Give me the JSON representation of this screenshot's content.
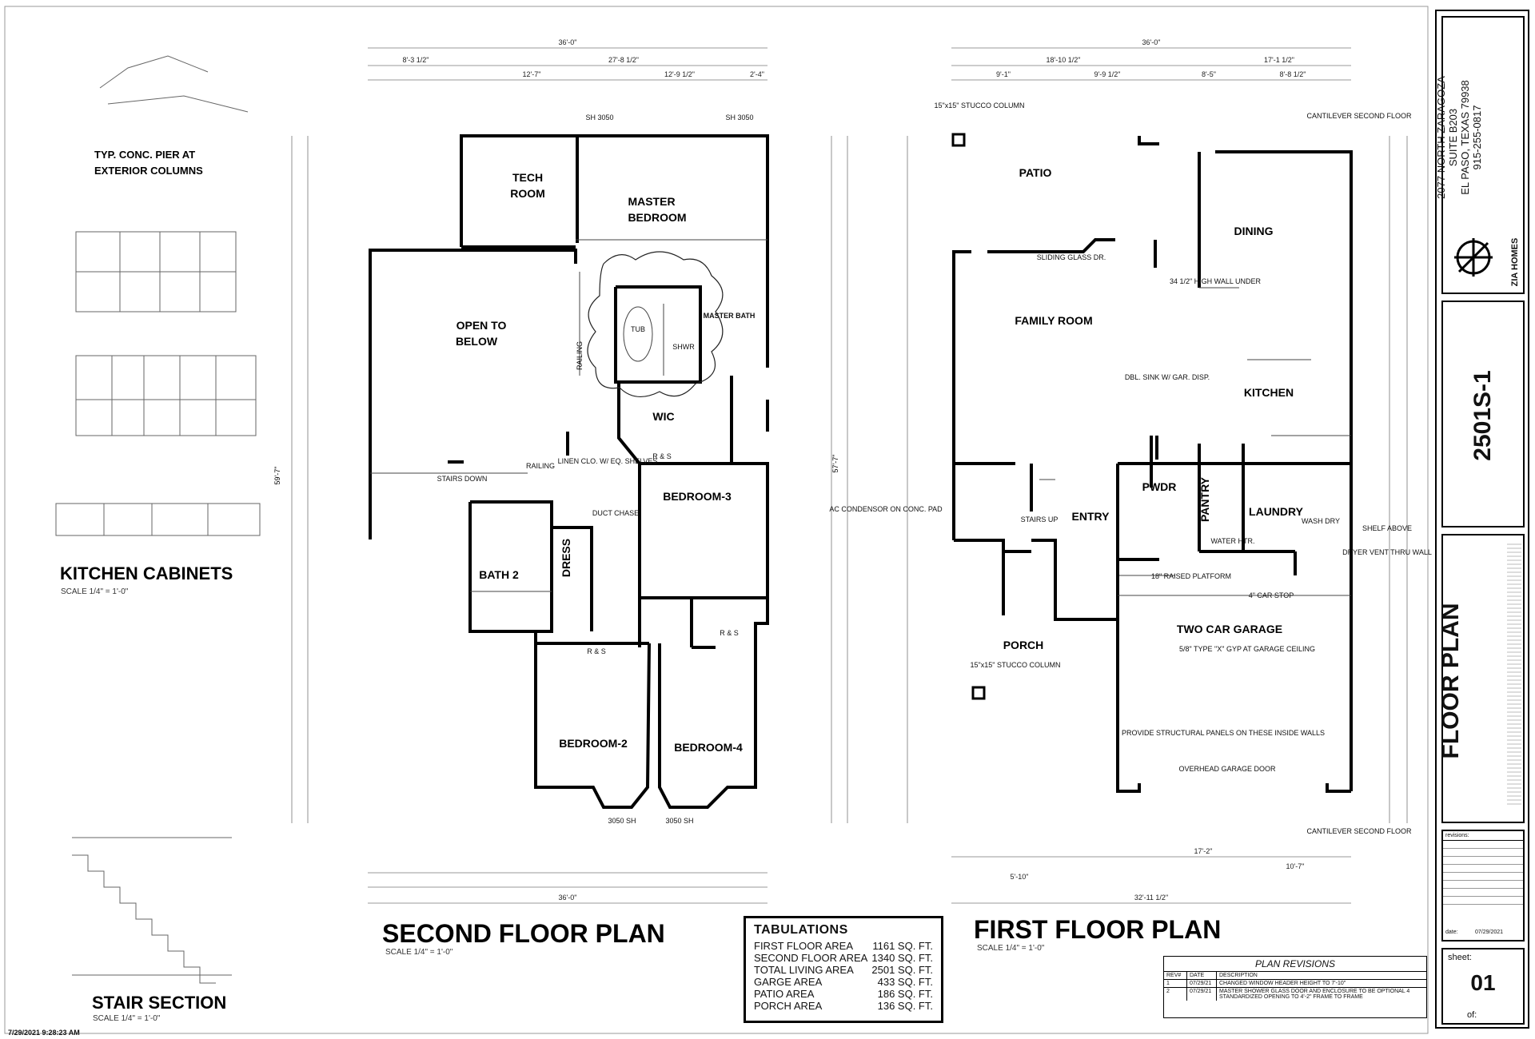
{
  "sheet": {
    "timestamp": "7/29/2021 9:28:23 AM",
    "number_label": "sheet:",
    "number": "01",
    "of_label": "of:",
    "plan_name": "2501S-1",
    "sheet_title": "FLOOR PLAN",
    "revisions_label": "revisions:",
    "date_label": "date:",
    "date_value": "07/29/2021"
  },
  "company": {
    "address1": "2077 NORTH ZARAGOZA",
    "address2": "SUITE B203",
    "address3": "EL PASO, TEXAS 79938",
    "phone": "915-255-0817",
    "name": "ZIA HOMES"
  },
  "headings": {
    "second_floor": "SECOND FLOOR PLAN",
    "first_floor": "FIRST FLOOR PLAN",
    "kitchen_cabinets": "KITCHEN CABINETS",
    "stair_section": "STAIR SECTION",
    "conc_pier": "TYP. CONC. PIER AT",
    "conc_pier2": "EXTERIOR COLUMNS",
    "scale": "SCALE 1/4\" = 1'-0\""
  },
  "tabulations": {
    "title": "TABULATIONS",
    "rows": [
      {
        "label": "FIRST FLOOR AREA",
        "value": "1161 SQ. FT."
      },
      {
        "label": "SECOND FLOOR AREA",
        "value": "1340 SQ. FT."
      },
      {
        "label": "TOTAL LIVING AREA",
        "value": "2501 SQ. FT."
      },
      {
        "label": "GARGE AREA",
        "value": "433 SQ. FT."
      },
      {
        "label": "PATIO AREA",
        "value": "186 SQ. FT."
      },
      {
        "label": "PORCH AREA",
        "value": "136 SQ. FT."
      }
    ]
  },
  "revisions": {
    "title": "PLAN REVISIONS",
    "cols": [
      "REV#",
      "DATE",
      "DESCRIPTION"
    ],
    "rows": [
      {
        "num": "1",
        "date": "07/29/21",
        "desc": "CHANGED WINDOW HEADER HEIGHT TO 7'-10\""
      },
      {
        "num": "2",
        "date": "07/29/21",
        "desc": "MASTER SHOWER GLASS DOOR AND ENCLOSURE TO BE OPTIONAL 4 STANDARDIZED OPENING TO 4'-2\" FRAME TO FRAME"
      }
    ]
  },
  "second_floor_rooms": {
    "tech": "TECH",
    "room": "ROOM",
    "master": "MASTER",
    "bedroom": "BEDROOM",
    "open_to": "OPEN TO",
    "below": "BELOW",
    "wic": "WIC",
    "bedroom3": "BEDROOM-3",
    "bath2": "BATH 2",
    "dress": "DRESS",
    "bedroom2": "BEDROOM-2",
    "bedroom4": "BEDROOM-4",
    "tub": "TUB",
    "shwr": "SHWR",
    "master_bath": "MASTER BATH",
    "stairs_down": "STAIRS DOWN",
    "railing": "RAILING",
    "linen": "LINEN CLO. W/ EQ. SHELVES",
    "duct": "DUCT CHASE",
    "rs": "R & S",
    "sh3050": "SH 3050",
    "w3050": "3050 SH"
  },
  "first_floor_rooms": {
    "patio": "PATIO",
    "dining": "DINING",
    "family": "FAMILY ROOM",
    "kitchen": "KITCHEN",
    "pwdr": "PWDR",
    "pantry": "PANTRY",
    "laundry": "LAUNDRY",
    "entry": "ENTRY",
    "porch": "PORCH",
    "garage": "TWO CAR GARAGE",
    "sliding": "SLIDING GLASS DR.",
    "stairs_up": "STAIRS UP",
    "water_htr": "WATER HTR.",
    "overhead": "OVERHEAD GARAGE DOOR",
    "cantilever": "CANTILEVER SECOND FLOOR",
    "ac": "AC CONDENSOR ON CONC. PAD",
    "column": "15\"x15\" STUCCO COLUMN",
    "raised": "18\" RAISED PLATFORM",
    "car_stop": "4\" CAR STOP",
    "panels": "PROVIDE STRUCTURAL PANELS ON THESE INSIDE WALLS",
    "gyp": "5/8\" TYPE \"X\" GYP AT GARAGE CEILING",
    "wall": "34 1/2\" HIGH WALL UNDER",
    "sink": "DBL. SINK W/ GAR. DISP.",
    "wash": "WASH DRY",
    "dryer": "DRYER VENT THRU WALL",
    "shelf": "SHELF ABOVE"
  },
  "dimensions": {
    "overall": "36'-0\"",
    "d1": "8'-3 1/2\"",
    "d2": "27'-8 1/2\"",
    "d3": "18'-10 1/2\"",
    "d4": "17'-1 1/2\"",
    "d5": "12'-7\"",
    "d6": "12'-9 1/2\"",
    "d7": "2'-4\"",
    "d8": "9'-1\"",
    "d9": "9'-9 1/2\"",
    "d10": "8'-5\"",
    "d11": "8'-8 1/2\"",
    "d12": "59'-7\"",
    "d13": "57'-7\"",
    "d14": "32'-11 1/2\"",
    "d15": "17'-2\"",
    "d16": "10'-7\"",
    "d17": "5'-10\""
  }
}
